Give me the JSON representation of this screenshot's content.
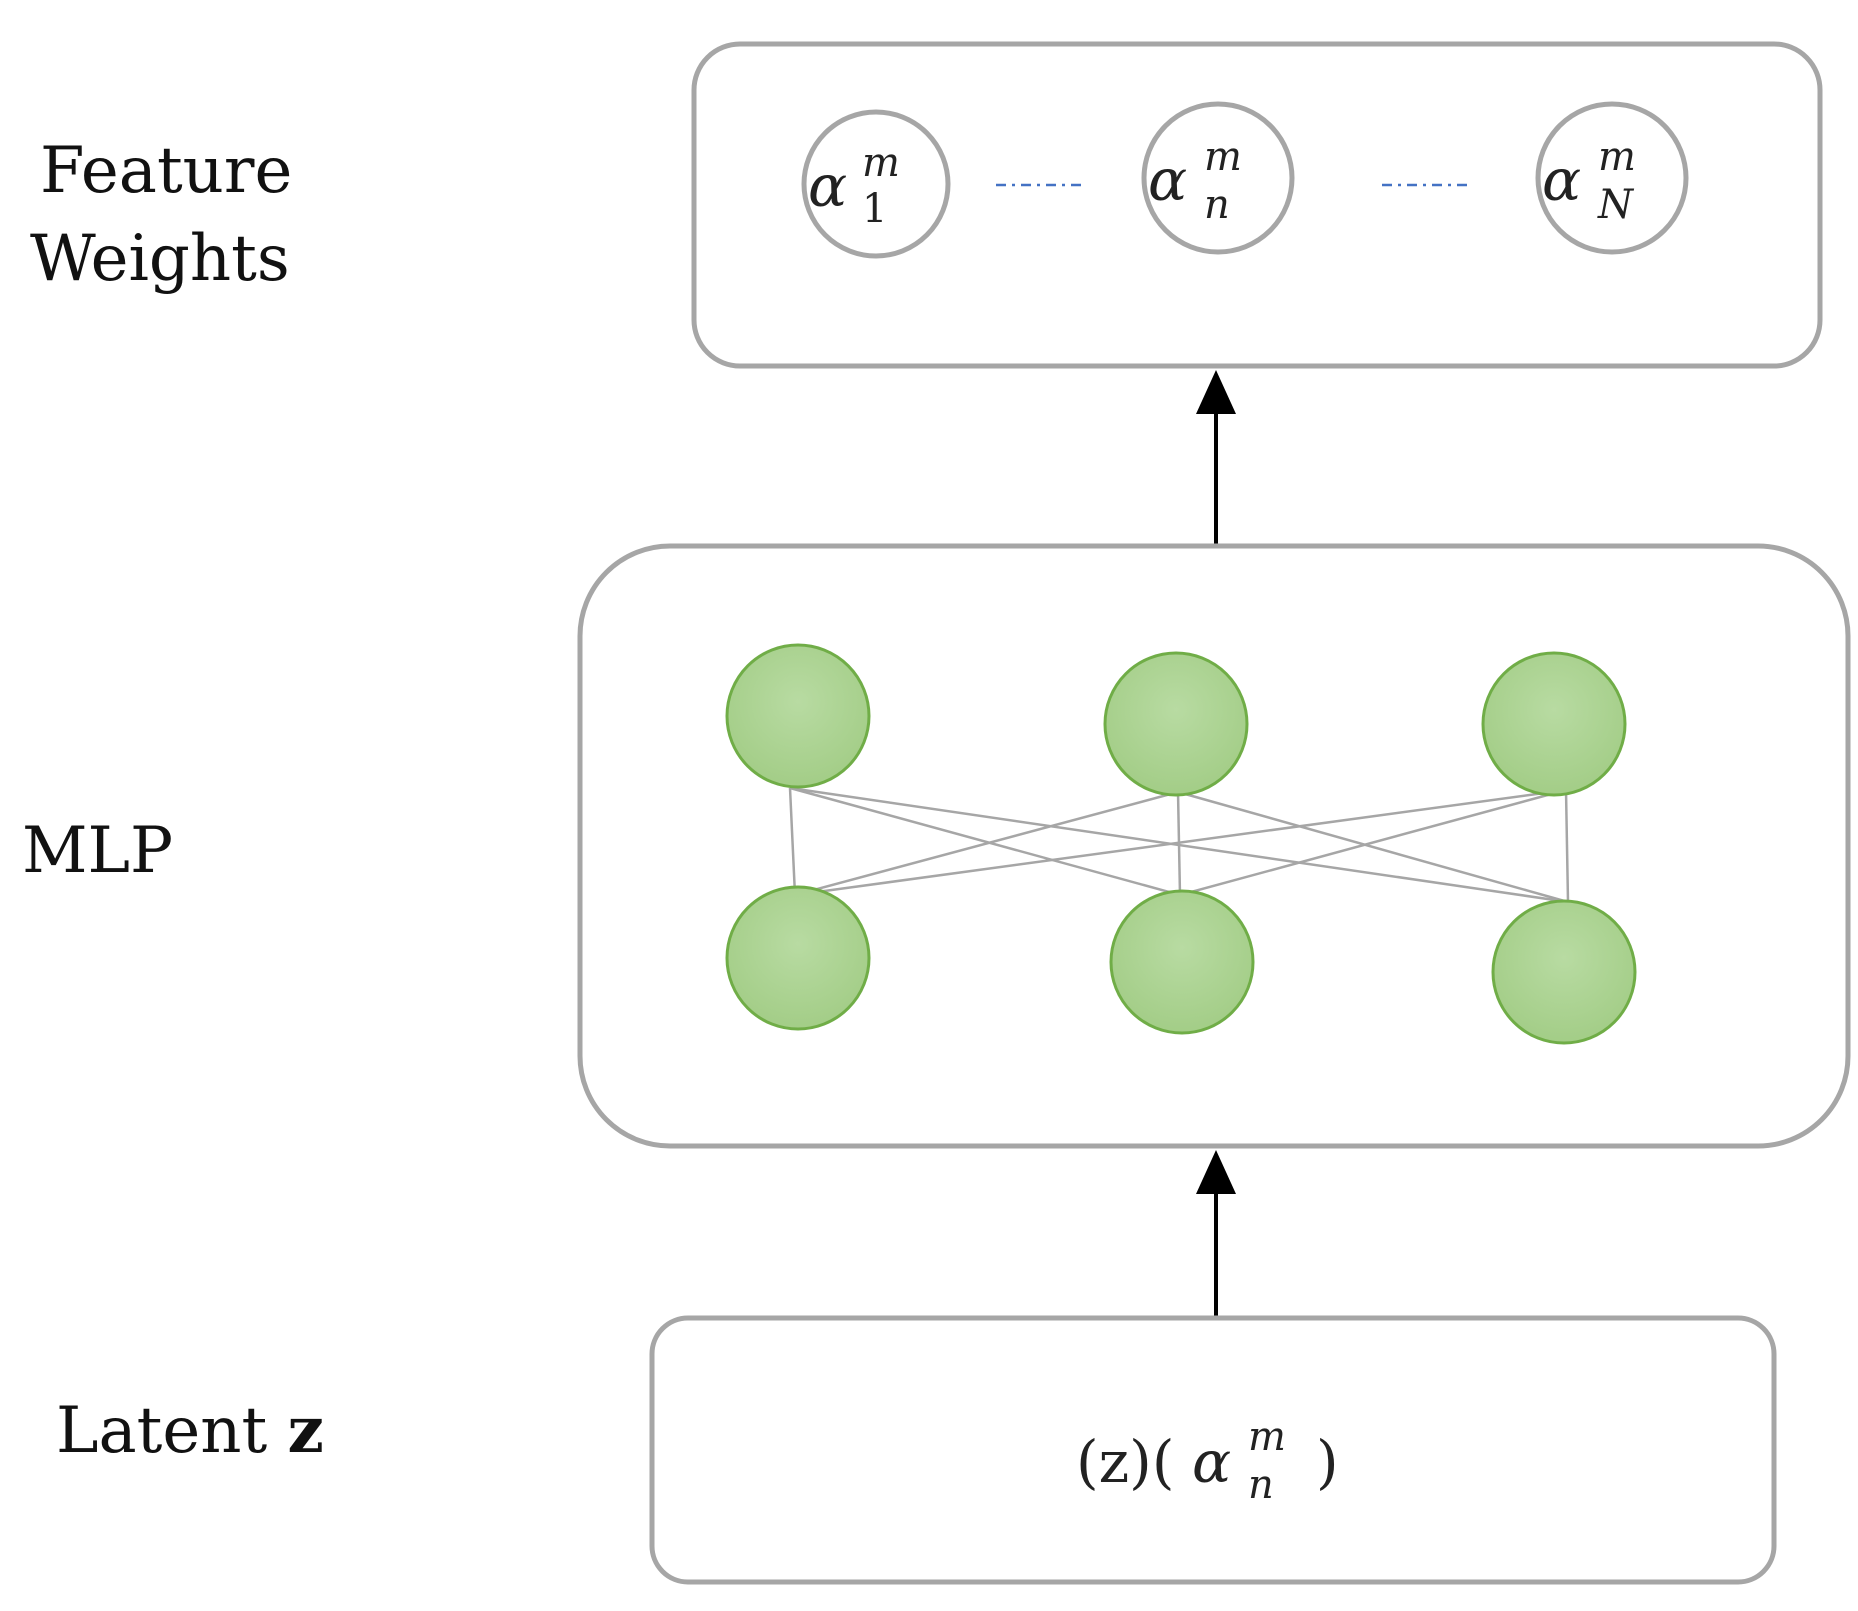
{
  "labels": {
    "feature_weights_line1": "Feature",
    "feature_weights_line2": "Weights",
    "mlp": "MLP",
    "latent_prefix": "Latent ",
    "latent_var": "z"
  },
  "feature_weights": {
    "nodes": [
      {
        "symbol": "α",
        "sub": "1",
        "sup": "m"
      },
      {
        "symbol": "α",
        "sub": "n",
        "sup": "m"
      },
      {
        "symbol": "α",
        "sub": "N",
        "sup": "m"
      }
    ],
    "separator": "·-·-·"
  },
  "latent_box": {
    "prefix": "(z)(",
    "symbol": "α",
    "sub": "n",
    "sup": "m",
    "suffix": ")"
  },
  "colors": {
    "box_border": "#a6a6a6",
    "node_fill": "#a9d18e",
    "node_stroke": "#70ad47",
    "edge": "#a6a6a6",
    "dash": "#4472c4",
    "arrow": "#000000"
  }
}
